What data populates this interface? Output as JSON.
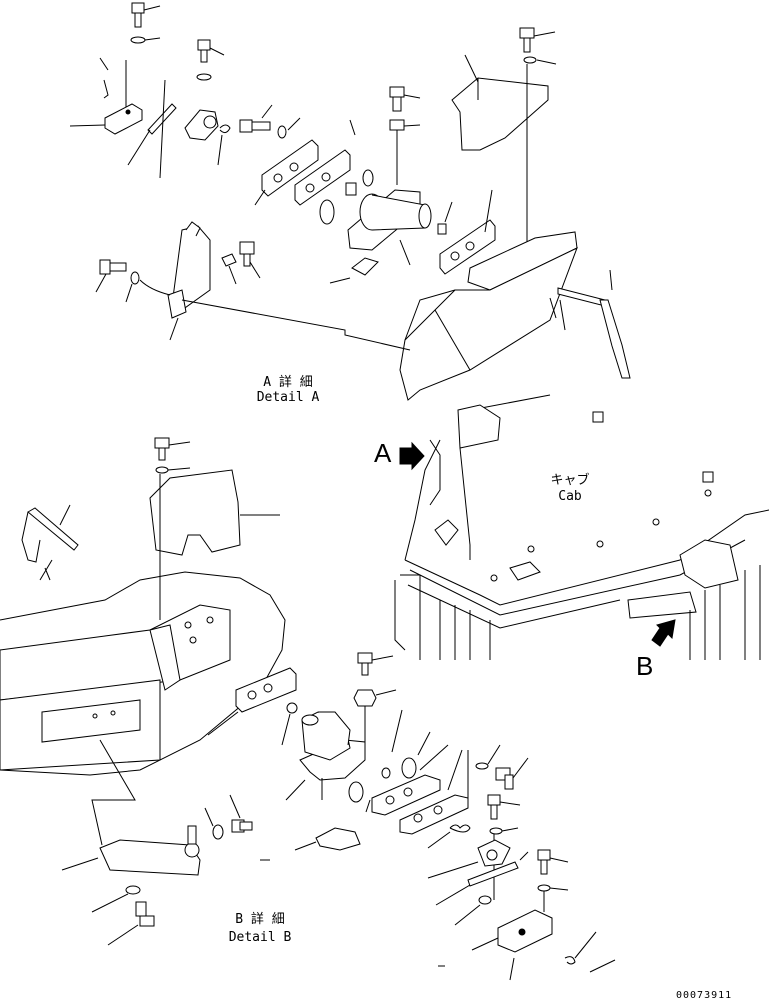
{
  "detail_a": {
    "jp": "A 詳 細",
    "en": "Detail A"
  },
  "detail_b": {
    "jp": "B 詳 細",
    "en": "Detail B"
  },
  "cab": {
    "jp": "キャブ",
    "en": "Cab"
  },
  "view_a": "A",
  "view_b": "B",
  "drawing_code": "00073911"
}
